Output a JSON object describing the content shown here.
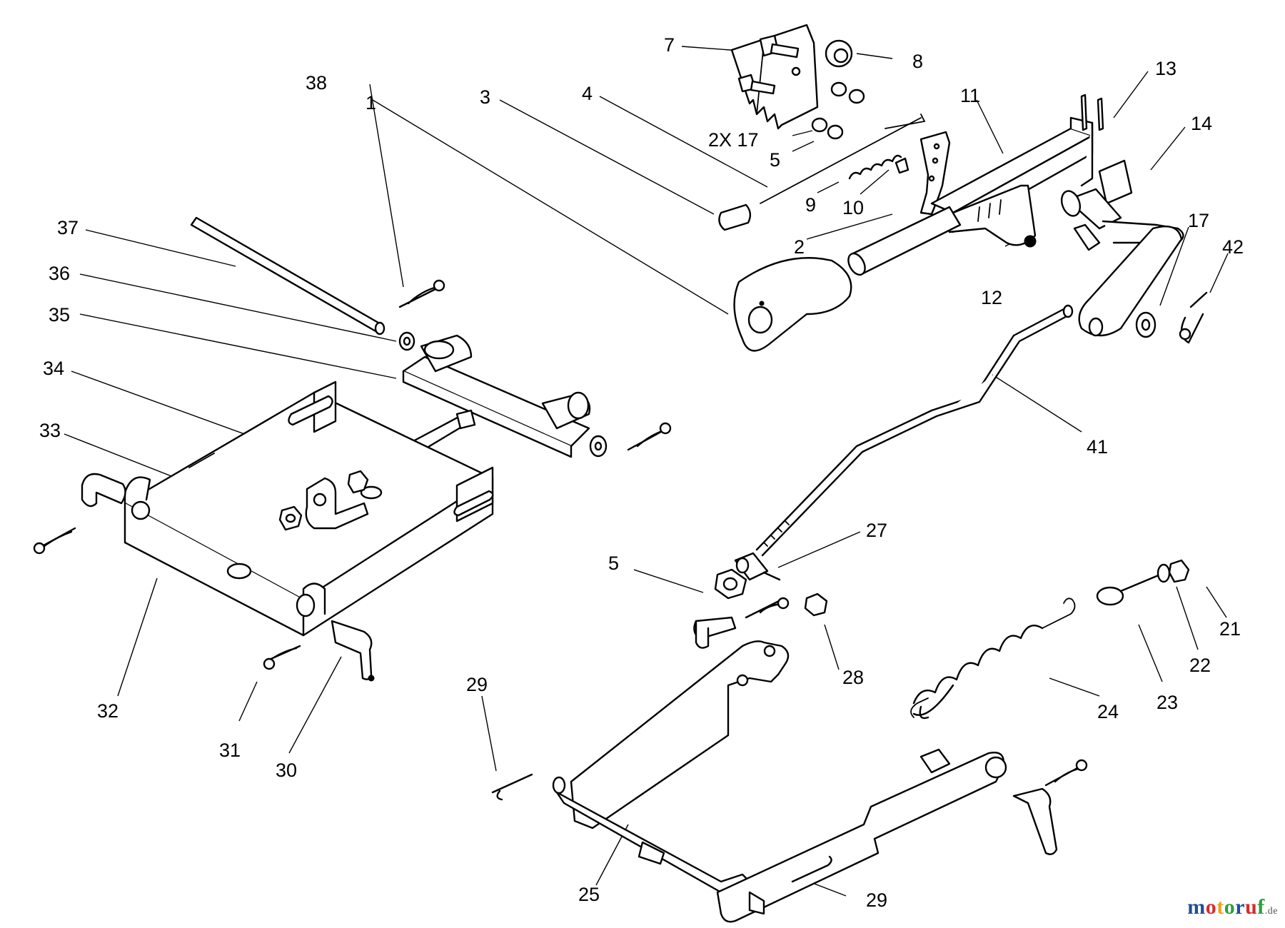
{
  "callouts": [
    {
      "id": "c1",
      "text": "1"
    },
    {
      "id": "c2",
      "text": "2"
    },
    {
      "id": "c3",
      "text": "3"
    },
    {
      "id": "c4",
      "text": "4"
    },
    {
      "id": "c5a",
      "text": "5"
    },
    {
      "id": "c5b",
      "text": "5"
    },
    {
      "id": "c7",
      "text": "7"
    },
    {
      "id": "c8",
      "text": "8"
    },
    {
      "id": "c9",
      "text": "9"
    },
    {
      "id": "c10",
      "text": "10"
    },
    {
      "id": "c11",
      "text": "11"
    },
    {
      "id": "c12",
      "text": "12"
    },
    {
      "id": "c13",
      "text": "13"
    },
    {
      "id": "c14",
      "text": "14"
    },
    {
      "id": "c17a",
      "text": "2X 17"
    },
    {
      "id": "c17b",
      "text": "17"
    },
    {
      "id": "c21",
      "text": "21"
    },
    {
      "id": "c22",
      "text": "22"
    },
    {
      "id": "c23",
      "text": "23"
    },
    {
      "id": "c24",
      "text": "24"
    },
    {
      "id": "c25",
      "text": "25"
    },
    {
      "id": "c27",
      "text": "27"
    },
    {
      "id": "c28",
      "text": "28"
    },
    {
      "id": "c29a",
      "text": "29"
    },
    {
      "id": "c29b",
      "text": "29"
    },
    {
      "id": "c30",
      "text": "30"
    },
    {
      "id": "c31",
      "text": "31"
    },
    {
      "id": "c32",
      "text": "32"
    },
    {
      "id": "c33",
      "text": "33"
    },
    {
      "id": "c34",
      "text": "34"
    },
    {
      "id": "c35",
      "text": "35"
    },
    {
      "id": "c36",
      "text": "36"
    },
    {
      "id": "c37",
      "text": "37"
    },
    {
      "id": "c38",
      "text": "38"
    },
    {
      "id": "c41",
      "text": "41"
    },
    {
      "id": "c42",
      "text": "42"
    }
  ],
  "watermark": {
    "letters": [
      {
        "ch": "m",
        "color": "#1f4e9c"
      },
      {
        "ch": "o",
        "color": "#d62b2b"
      },
      {
        "ch": "t",
        "color": "#f0a020"
      },
      {
        "ch": "o",
        "color": "#2e9e3e"
      },
      {
        "ch": "r",
        "color": "#1f4e9c"
      },
      {
        "ch": "u",
        "color": "#d62b2b"
      },
      {
        "ch": "f",
        "color": "#2e9e3e"
      }
    ],
    "suffix": ".de"
  }
}
